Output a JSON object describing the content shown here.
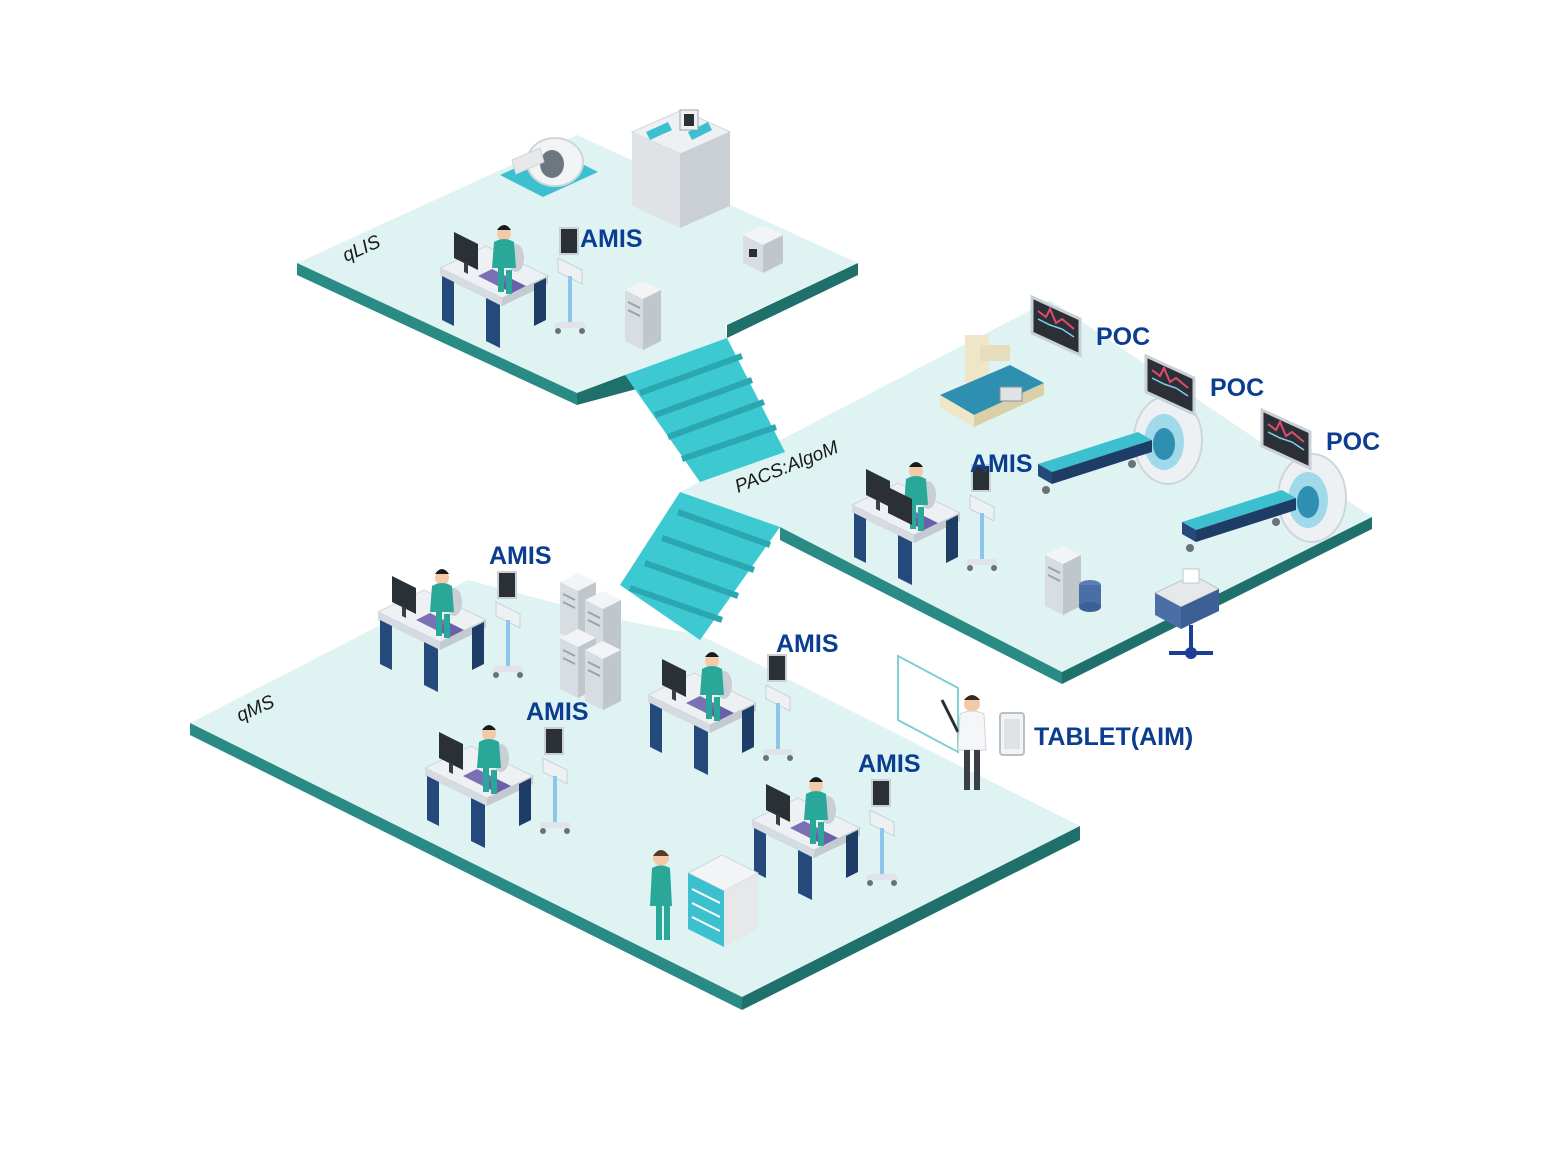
{
  "zones": {
    "lab": "qLIS",
    "imaging": "PACS:AlgoM",
    "main": "qMS"
  },
  "labels": {
    "amis_lab": "AMIS",
    "amis_imaging": "AMIS",
    "amis_main_1": "AMIS",
    "amis_main_2": "AMIS",
    "amis_main_3": "AMIS",
    "amis_main_4": "AMIS",
    "poc_1": "POC",
    "poc_2": "POC",
    "poc_3": "POC",
    "tablet": "TABLET(AIM)"
  },
  "colors": {
    "floor_top": "#dff4f2",
    "floor_side": "#2a8a84",
    "floor_side_dark": "#1f6f6b",
    "stairs": "#3cc9d1",
    "stairs_side": "#2aa7b0",
    "label": "#0b3d91",
    "desk": "#e9edf0",
    "desk_panel": "#24497a",
    "scrubs": "#29a89a",
    "monitor": "#2b2f36",
    "machine": "#e6e8ea"
  }
}
